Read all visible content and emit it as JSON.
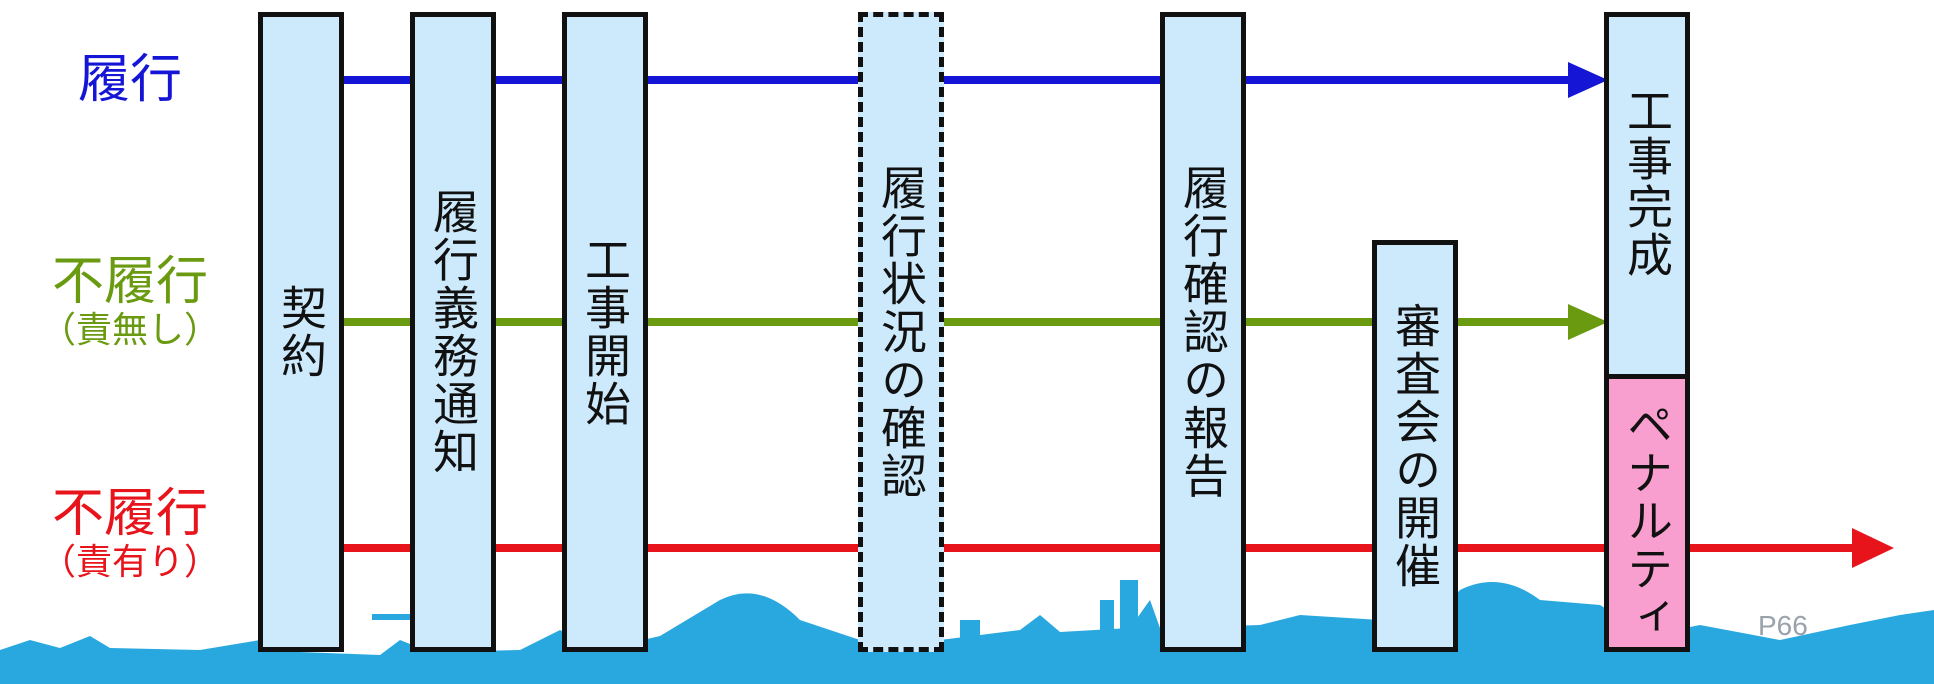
{
  "rows": [
    {
      "main": "履行",
      "sub": "",
      "color": "#1515d6"
    },
    {
      "main": "不履行",
      "sub": "（責無し）",
      "color": "#6a9a10"
    },
    {
      "main": "不履行",
      "sub": "（責有り）",
      "color": "#e8141c"
    }
  ],
  "steps": [
    "契約",
    "履行義務通知",
    "工事開始",
    "履行状況の確認",
    "履行確認の報告",
    "審査会の開催"
  ],
  "outcomes": {
    "completion": "工事完成",
    "penalty": "ペナルティ"
  },
  "colors": {
    "box_fill": "#cdeafc",
    "penalty_fill": "#f99fcf",
    "skyline": "#29a8e0",
    "line_blue": "#1515d6",
    "line_green": "#6a9a10",
    "line_red": "#e8141c"
  },
  "page_number": "P66"
}
